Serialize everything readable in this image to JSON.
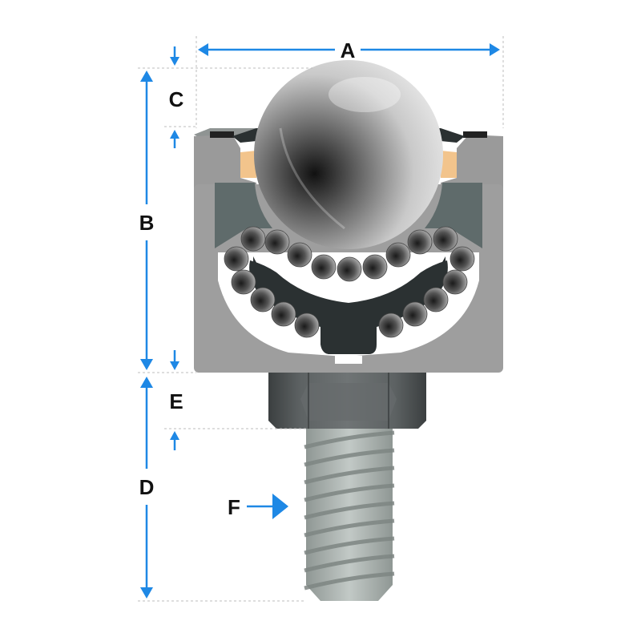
{
  "labels": {
    "A": "A",
    "B": "B",
    "C": "C",
    "D": "D",
    "E": "E",
    "F": "F"
  },
  "colors": {
    "dimension": "#1e88e5",
    "housing": "#9e9e9e",
    "housing_dark": "#5f6b6b",
    "cup": "#2b3132",
    "seal": "#f2c48c",
    "thread": "#a8b0ad",
    "nut": "#4a4e4f"
  }
}
